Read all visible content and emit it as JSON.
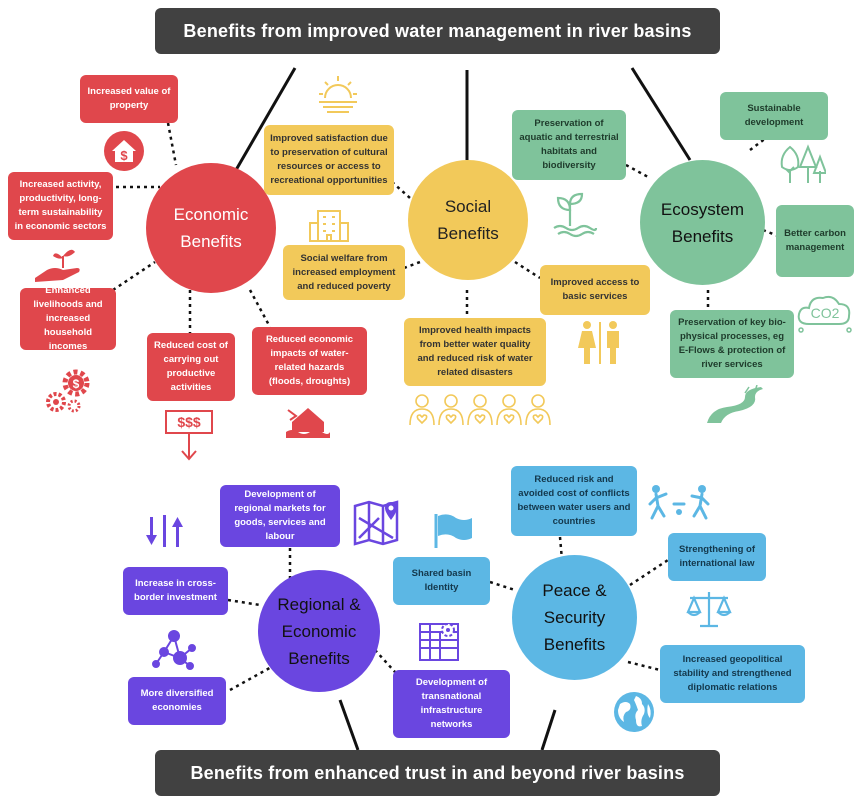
{
  "banners": {
    "top": "Benefits from improved water management in river basins",
    "bottom": "Benefits from enhanced trust in and beyond river basins"
  },
  "circles": {
    "economic": "Economic Benefits",
    "social": "Social Benefits",
    "ecosystem": "Ecosystem Benefits",
    "regional": "Regional & Economic Benefits",
    "peace": "Peace & Security Benefits"
  },
  "economic_boxes": {
    "property": "Increased value of property",
    "activity": "Increased activity, productivity, long-term sustainability in economic sectors",
    "livelihoods": "Enhanced livelihoods and increased household incomes",
    "cost": "Reduced cost of carrying out productive activities",
    "hazards": "Reduced economic impacts of water-related hazards (floods, droughts)"
  },
  "social_boxes": {
    "cultural": "Improved satisfaction due to preservation of cultural resources or access to recreational opportunities",
    "welfare": "Social welfare from increased employment and reduced poverty",
    "health": "Improved health impacts from better water quality and reduced risk of water related disasters",
    "services": "Improved access to basic services"
  },
  "ecosystem_boxes": {
    "habitats": "Preservation of aquatic and terrestrial habitats and biodiversity",
    "sustainable": "Sustainable development",
    "carbon": "Better carbon management",
    "processes": "Preservation of key bio-physical processes, eg E-Flows & protection of river services"
  },
  "regional_boxes": {
    "markets": "Development of regional markets for goods, services and labour",
    "investment": "Increase in cross-border investment",
    "diversified": "More diversified economies",
    "infrastructure": "Development of transnational infrastructure networks"
  },
  "peace_boxes": {
    "conflicts": "Reduced risk and avoided cost of conflicts between water users and countries",
    "identity": "Shared basin Identity",
    "law": "Strengthening of international law",
    "stability": "Increased geopolitical stability and strengthened diplomatic relations"
  },
  "icon_text": {
    "dollars": "$$$",
    "co2": "CO2"
  },
  "colors": {
    "economic": "#e0474c",
    "social": "#f2c95a",
    "ecosystem": "#7fc39b",
    "regional": "#6a46e0",
    "peace": "#5cb7e4",
    "banner": "#414141"
  },
  "icons": [
    "house-dollar-icon",
    "hand-plant-icon",
    "gears-dollar-icon",
    "dollar-down-icon",
    "flood-house-icon",
    "sunrise-icon",
    "building-icon",
    "people-hearts-icon",
    "restroom-icon",
    "plant-water-icon",
    "trees-icon",
    "co2-cloud-icon",
    "river-icon",
    "arrows-updown-icon",
    "map-icon",
    "network-icon",
    "factory-gear-icon",
    "flag-icon",
    "people-fighting-icon",
    "scales-icon",
    "globe-icon"
  ]
}
